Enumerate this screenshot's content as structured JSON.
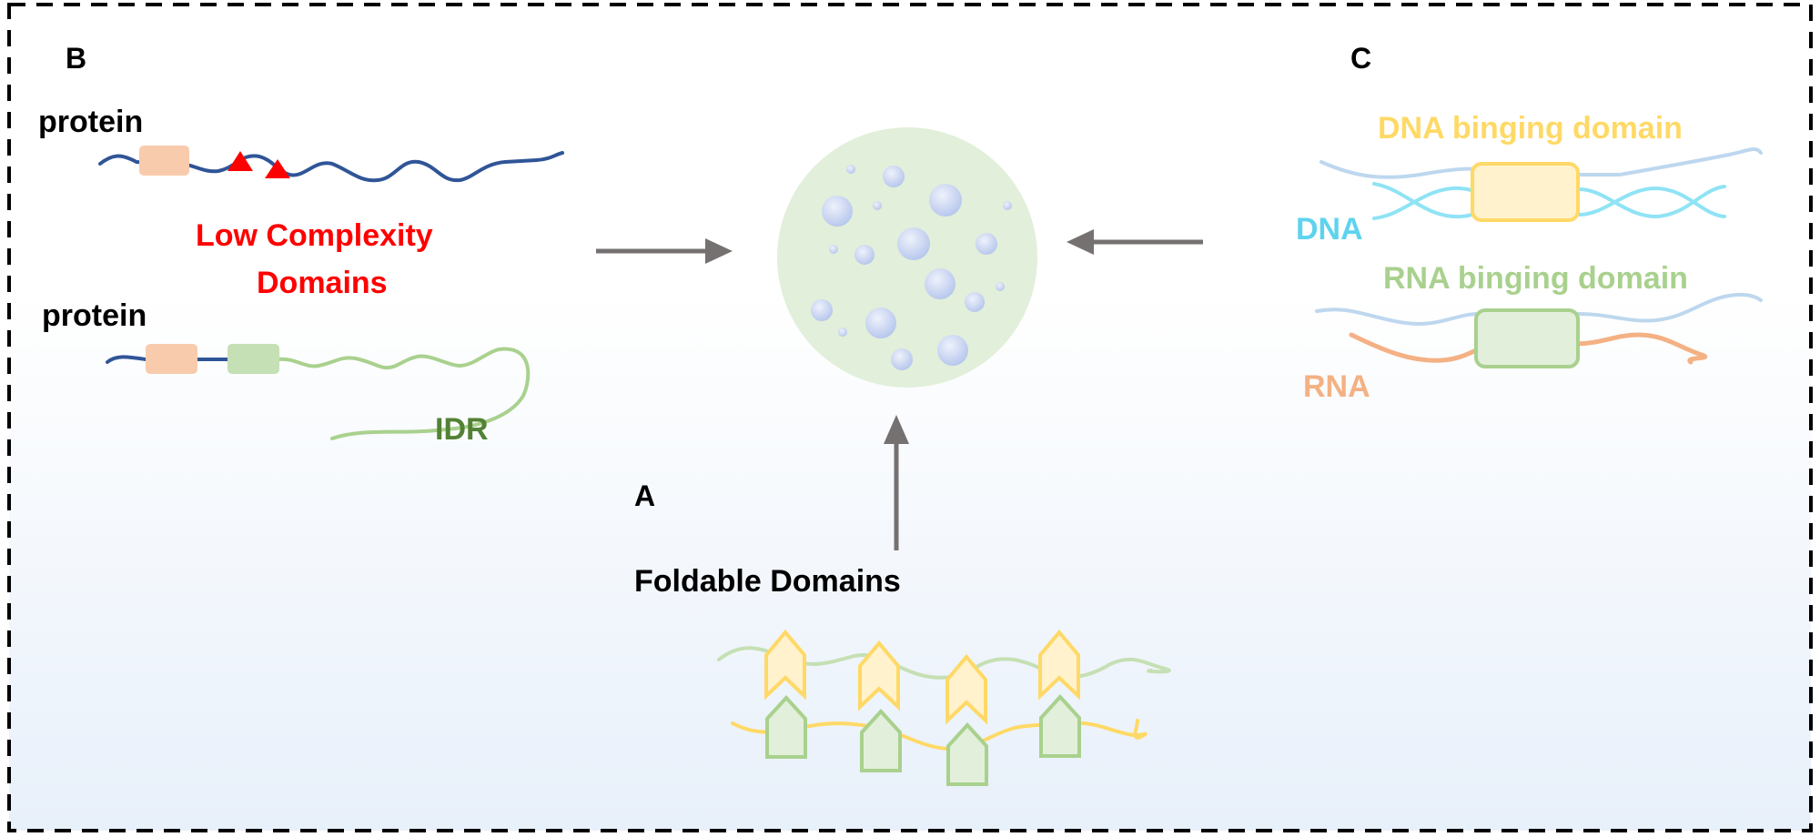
{
  "panels": {
    "a": {
      "letter": "A",
      "title": "Foldable Domains"
    },
    "b": {
      "letter": "B",
      "protein_label_1": "protein",
      "lcd_line_1": "Low Complexity",
      "lcd_line_2": "Domains",
      "protein_label_2": "protein",
      "idr_label": "IDR"
    },
    "c": {
      "letter": "C",
      "dna_domain_label": "DNA binging domain",
      "dna_label": "DNA",
      "rna_domain_label": "RNA binging domain",
      "rna_label": "RNA"
    }
  },
  "colors": {
    "protein_chain": "#2f5597",
    "salmon_domain": "#f8cbad",
    "green_domain": "#c5e0b4",
    "motif_red": "#ff0000",
    "idr_chain": "#a9d18e",
    "droplet_fill": "#e2efda",
    "bubble_fill": "#c8d4f0",
    "arrow": "#767171",
    "dna_strand": "#bdd7ee",
    "dna_helix": "#8fe3f5",
    "dna_domain_fill": "#fff2cc",
    "dna_domain_stroke": "#ffd966",
    "rna_strand": "#f4b183",
    "border": "#000000"
  }
}
